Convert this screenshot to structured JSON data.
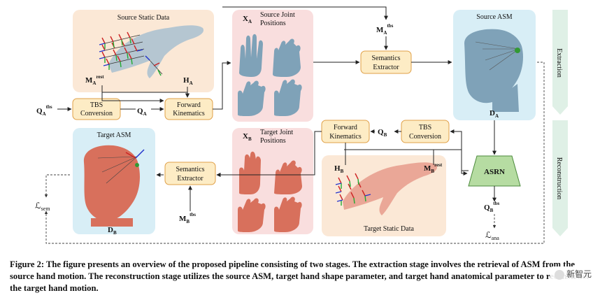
{
  "colors": {
    "peach_panel": "#fbe8d6",
    "pink_panel": "#f9dede",
    "blue_panel": "#d8eef6",
    "box_fill": "#fdecc5",
    "box_stroke": "#e0a048",
    "asrn_fill": "#b6dca2",
    "asrn_stroke": "#4c8a3c",
    "side_arrow": "#dff0e6",
    "source_hand": "#7fa2b8",
    "target_hand": "#d8705c"
  },
  "panels": {
    "source_static": "Source Static Data",
    "source_joint_line1": "Source Joint",
    "source_joint_line2": "Positions",
    "source_asm": "Source ASM",
    "target_asm": "Target ASM",
    "target_joint_line1": "Target Joint",
    "target_joint_line2": "Positions",
    "target_static": "Target Static Data"
  },
  "boxes": {
    "tbs_a_line1": "TBS",
    "tbs_a_line2": "Conversion",
    "fk_a_line1": "Forward",
    "fk_a_line2": "Kinematics",
    "sem_a_line1": "Semantics",
    "sem_a_line2": "Extractor",
    "fk_b_line1": "Forward",
    "fk_b_line2": "Kinematics",
    "tbs_b_line1": "TBS",
    "tbs_b_line2": "Conversion",
    "sem_b_line1": "Semantics",
    "sem_b_line2": "Extractor",
    "asrn": "ASRN"
  },
  "symbols": {
    "m_a_rest": "M",
    "m_a_rest_sub": "A",
    "m_a_rest_sup": "rest",
    "h_a": "H",
    "h_a_sub": "A",
    "q_a_tbs": "Q",
    "q_a_tbs_sub": "A",
    "q_a_tbs_sup": "tbs",
    "q_a": "Q",
    "q_a_sub": "A",
    "x_a": "X",
    "x_a_sub": "A",
    "m_a_tbs": "M",
    "m_a_tbs_sub": "A",
    "m_a_tbs_sup": "tbs",
    "d_a": "D",
    "d_a_sub": "A",
    "q_b": "Q",
    "q_b_sub": "B",
    "x_b": "X",
    "x_b_sub": "B",
    "h_b": "H",
    "h_b_sub": "B",
    "m_b_rest": "M",
    "m_b_rest_sub": "B",
    "m_b_rest_sup": "rest",
    "m_b_tbs": "M",
    "m_b_tbs_sub": "B",
    "m_b_tbs_sup": "tbs",
    "d_b": "D",
    "d_b_sub": "B",
    "q_b_tbs": "Q",
    "q_b_tbs_sub": "B",
    "q_b_tbs_sup": "tbs",
    "l_sem": "ℒ",
    "l_sem_sub": "sem",
    "l_ana": "ℒ",
    "l_ana_sub": "ana"
  },
  "stages": {
    "extraction": "Extraction",
    "reconstruction": "Reconstruction"
  },
  "caption": "Figure 2: The figure presents an overview of the proposed pipeline consisting of two stages. The extraction stage involves the retrieval of ASM from the source hand motion. The reconstruction stage utilizes the source ASM, target hand shape parameter, and target hand anatomical parameter to reconstruct the target hand motion.",
  "watermark": "新智元"
}
